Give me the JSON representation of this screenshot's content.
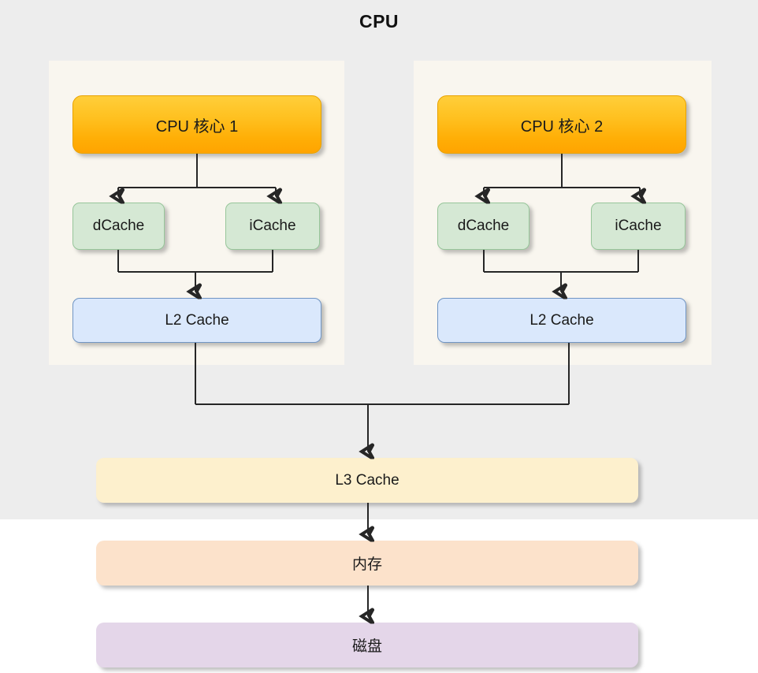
{
  "diagram": {
    "title": "CPU",
    "type": "cpu-memory-hierarchy-flowchart",
    "colors": {
      "cpu_region_bg": "#ededed",
      "core_container_bg": "#f9f6ef",
      "core_box": "#ffbf1a",
      "l1_cache_box": "#d5e8d4",
      "l2_cache_box": "#dae8fc",
      "l3_cache_box": "#fdf0cd",
      "memory_box": "#fce2cb",
      "disk_box": "#e4d6e9",
      "connector_stroke": "#262626",
      "page_bg": "#ffffff"
    },
    "cores": [
      {
        "id": "core1",
        "label": "CPU 核心 1",
        "l1": [
          {
            "id": "core1-dcache",
            "label": "dCache"
          },
          {
            "id": "core1-icache",
            "label": "iCache"
          }
        ],
        "l2": {
          "id": "core1-l2",
          "label": "L2 Cache"
        }
      },
      {
        "id": "core2",
        "label": "CPU 核心 2",
        "l1": [
          {
            "id": "core2-dcache",
            "label": "dCache"
          },
          {
            "id": "core2-icache",
            "label": "iCache"
          }
        ],
        "l2": {
          "id": "core2-l2",
          "label": "L2 Cache"
        }
      }
    ],
    "shared": [
      {
        "id": "l3",
        "label": "L3 Cache"
      },
      {
        "id": "memory",
        "label": "内存"
      },
      {
        "id": "disk",
        "label": "磁盘"
      }
    ],
    "edges": [
      {
        "from": "core1",
        "to": "core1-dcache"
      },
      {
        "from": "core1",
        "to": "core1-icache"
      },
      {
        "from": "core1-dcache",
        "to": "core1-l2"
      },
      {
        "from": "core1-icache",
        "to": "core1-l2"
      },
      {
        "from": "core2",
        "to": "core2-dcache"
      },
      {
        "from": "core2",
        "to": "core2-icache"
      },
      {
        "from": "core2-dcache",
        "to": "core2-l2"
      },
      {
        "from": "core2-icache",
        "to": "core2-l2"
      },
      {
        "from": "core1-l2",
        "to": "l3"
      },
      {
        "from": "core2-l2",
        "to": "l3"
      },
      {
        "from": "l3",
        "to": "memory"
      },
      {
        "from": "memory",
        "to": "disk"
      }
    ]
  }
}
